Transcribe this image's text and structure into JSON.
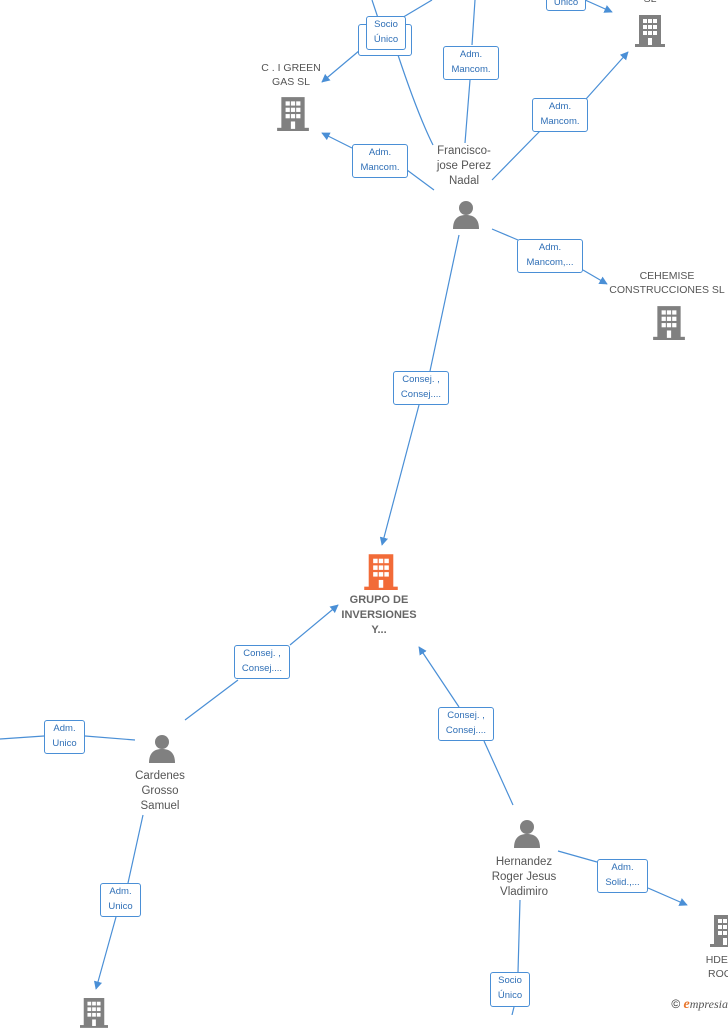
{
  "nodes": {
    "c_i_green_gas": "C . I GREEN\nGAS SL",
    "top_right_company": "SL",
    "francisco": "Francisco-\njose Perez\nNadal",
    "cehemise": "CEHEMISE\nCONSTRUCCIONES SL",
    "grupo": "GRUPO DE\nINVERSIONES\nY...",
    "cardenes": "Cardenes\nGrosso\nSamuel",
    "hernandez": "Hernandez\nRoger Jesus\nVladimiro",
    "hdez": "HDEZ\nROG"
  },
  "edges": {
    "socio_unico_top": "Socio\nÚnico",
    "unico_top_right": "Unico",
    "adm_mancom_vertical": "Adm.\nMancom.",
    "adm_mancom_green": "Adm.\nMancom.",
    "adm_mancom_right": "Adm.\nMancom.",
    "adm_mancom_cehemise": "Adm.\nMancom,...",
    "consej_francisco": "Consej. ,\nConsej....",
    "consej_cardenes": "Consej. ,\nConsej....",
    "consej_hernandez": "Consej. ,\nConsej....",
    "adm_unico_left": "Adm.\nUnico",
    "adm_unico_bottom": "Adm.\nUnico",
    "adm_solid": "Adm.\nSolid.,...",
    "socio_unico_bottom": "Socio\nÚnico"
  },
  "footer": {
    "copyright": "©",
    "brand_e": "e",
    "brand_rest": "mpresia"
  },
  "colors": {
    "edge": "#4a8fd6",
    "person": "#808080",
    "company": "#808080",
    "focus": "#f26b38"
  }
}
